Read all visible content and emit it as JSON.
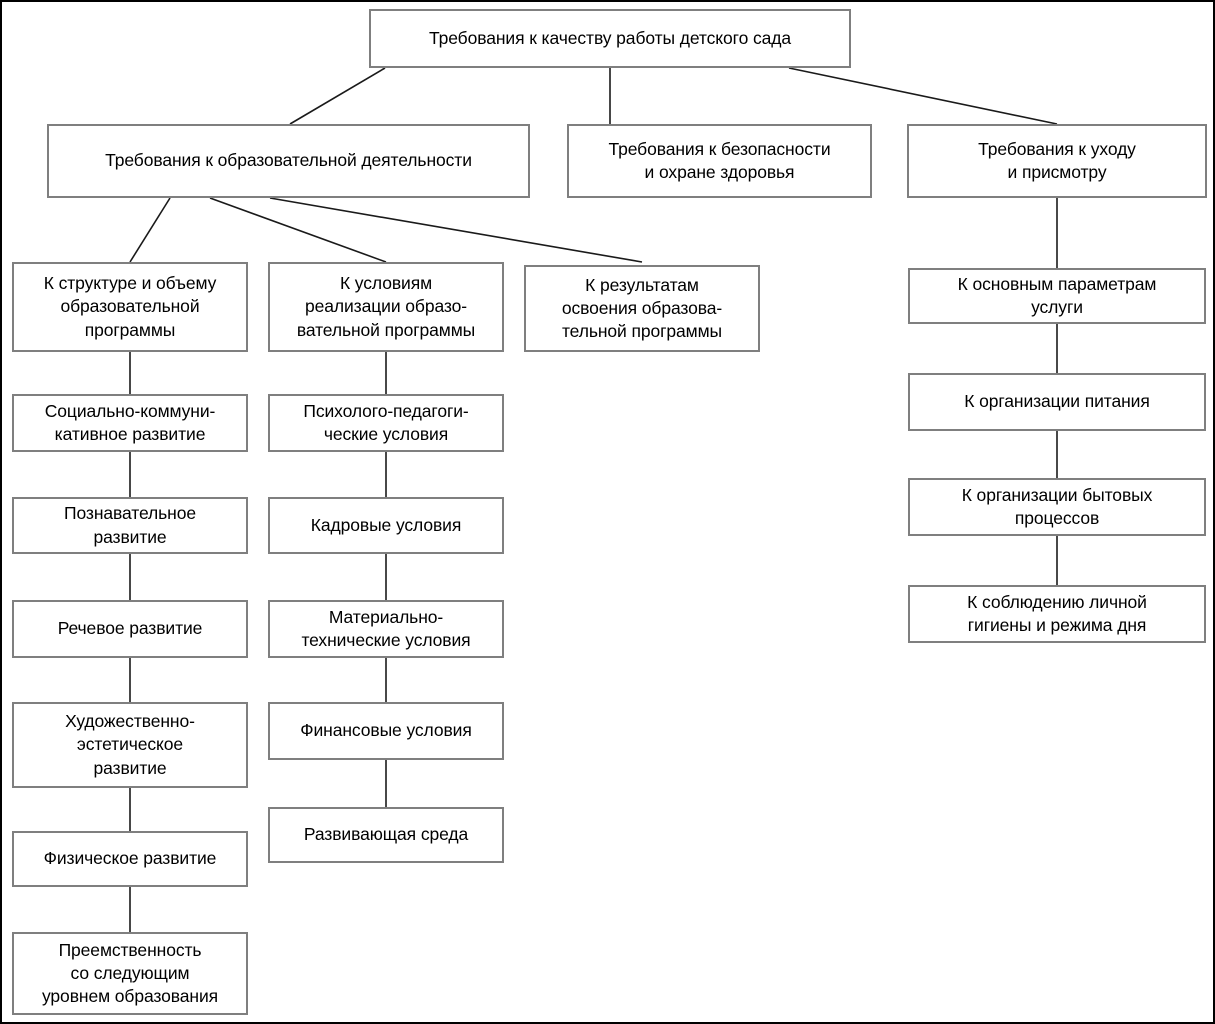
{
  "diagram": {
    "title_node": {
      "id": "root",
      "label": "Требования к качеству работы детского сада"
    },
    "level2": [
      {
        "id": "edu",
        "label": "Требования к образовательной деятельности"
      },
      {
        "id": "safety",
        "label": "Требования к безопасности\nи охране здоровья"
      },
      {
        "id": "care",
        "label": "Требования к уходу\nи присмотру"
      }
    ],
    "level3": [
      {
        "id": "structure",
        "label": "К структуре и объему\nобразовательной\nпрограммы"
      },
      {
        "id": "conditions",
        "label": "К условиям\nреализации образо-\nвательной программы"
      },
      {
        "id": "results",
        "label": "К результатам\nосвоения образова-\nтельной программы"
      },
      {
        "id": "service-params",
        "label": "К основным параметрам\nуслуги"
      }
    ],
    "column_structure": [
      {
        "id": "social",
        "label": "Социально-коммуни-\nкативное развитие"
      },
      {
        "id": "cognitive",
        "label": "Познавательное\nразвитие"
      },
      {
        "id": "speech",
        "label": "Речевое развитие"
      },
      {
        "id": "artistic",
        "label": "Художественно-\nэстетическое\nразвитие"
      },
      {
        "id": "physical",
        "label": "Физическое развитие"
      },
      {
        "id": "continuity",
        "label": "Преемственность\nсо следующим\nуровнем образования"
      }
    ],
    "column_conditions": [
      {
        "id": "psych",
        "label": "Психолого-педагоги-\nческие условия"
      },
      {
        "id": "staff",
        "label": "Кадровые условия"
      },
      {
        "id": "material",
        "label": "Материально-\nтехнические условия"
      },
      {
        "id": "finance",
        "label": "Финансовые условия"
      },
      {
        "id": "environment",
        "label": "Развивающая среда"
      }
    ],
    "column_care": [
      {
        "id": "nutrition",
        "label": "К организации питания"
      },
      {
        "id": "household",
        "label": "К организации бытовых\nпроцессов"
      },
      {
        "id": "hygiene",
        "label": "К соблюдению личной\nгигиены и режима дня"
      }
    ],
    "colors": {
      "box_border": "#7f7f7f",
      "connector": "#1a1a1a",
      "frame": "#000000",
      "text": "#000000",
      "background": "#ffffff"
    }
  }
}
